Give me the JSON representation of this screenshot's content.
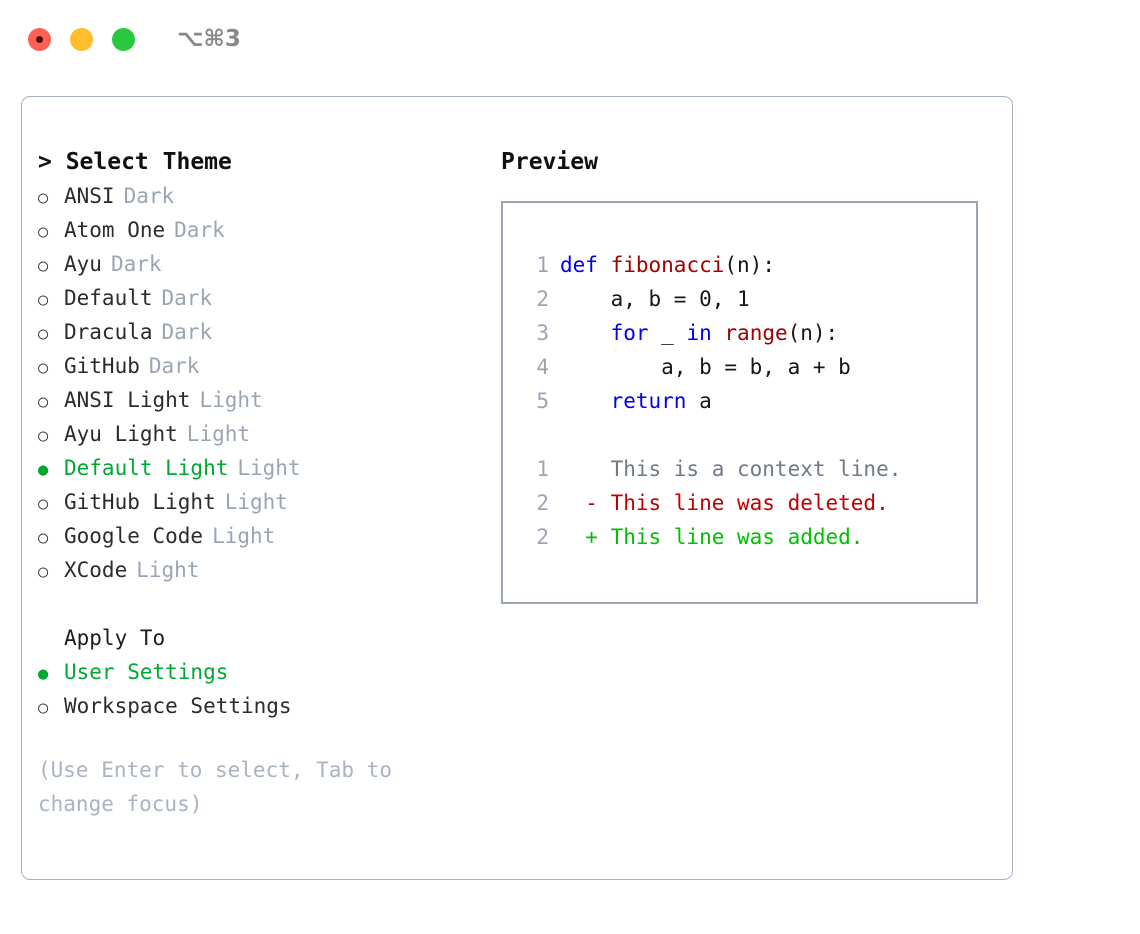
{
  "window": {
    "shortcut_label": "⌥⌘3",
    "traffic_lights": [
      {
        "name": "close",
        "color": "#ff5f57",
        "recording": true
      },
      {
        "name": "minimize",
        "color": "#ffbd2e",
        "recording": false
      },
      {
        "name": "maximize",
        "color": "#28c840",
        "recording": false
      }
    ]
  },
  "colors": {
    "accent_green": "#00a832",
    "tag_gray": "#9aa5b4",
    "border": "#a8b2c0",
    "keyword_blue": "#0000f0",
    "function_red": "#a00000",
    "diff_delete": "#c00000",
    "diff_add": "#00c000"
  },
  "theme_panel": {
    "header": "> Select Theme",
    "bullet_selected": "●",
    "bullet_unselected": "○",
    "items": [
      {
        "label": "ANSI",
        "tag": "Dark",
        "selected": false
      },
      {
        "label": "Atom One",
        "tag": "Dark",
        "selected": false
      },
      {
        "label": "Ayu",
        "tag": "Dark",
        "selected": false
      },
      {
        "label": "Default",
        "tag": "Dark",
        "selected": false
      },
      {
        "label": "Dracula",
        "tag": "Dark",
        "selected": false
      },
      {
        "label": "GitHub",
        "tag": "Dark",
        "selected": false
      },
      {
        "label": "ANSI Light",
        "tag": "Light",
        "selected": false
      },
      {
        "label": "Ayu Light",
        "tag": "Light",
        "selected": false
      },
      {
        "label": "Default Light",
        "tag": "Light",
        "selected": true
      },
      {
        "label": "GitHub Light",
        "tag": "Light",
        "selected": false
      },
      {
        "label": "Google Code",
        "tag": "Light",
        "selected": false
      },
      {
        "label": "XCode",
        "tag": "Light",
        "selected": false
      }
    ]
  },
  "apply_to": {
    "header": "Apply To",
    "items": [
      {
        "label": "User Settings",
        "selected": true
      },
      {
        "label": "Workspace Settings",
        "selected": false
      }
    ]
  },
  "hint": "(Use Enter to select, Tab to change focus)",
  "preview": {
    "title": "Preview",
    "code_lines": [
      {
        "no": "1",
        "tokens": [
          {
            "t": "def",
            "c": "kw"
          },
          {
            "t": " ",
            "c": "plain"
          },
          {
            "t": "fibonacci",
            "c": "fn"
          },
          {
            "t": "(n):",
            "c": "plain"
          }
        ]
      },
      {
        "no": "2",
        "tokens": [
          {
            "t": "    a, b = 0, 1",
            "c": "plain"
          }
        ]
      },
      {
        "no": "3",
        "tokens": [
          {
            "t": "    ",
            "c": "plain"
          },
          {
            "t": "for",
            "c": "kw"
          },
          {
            "t": " _ ",
            "c": "plain"
          },
          {
            "t": "in",
            "c": "kw"
          },
          {
            "t": " ",
            "c": "plain"
          },
          {
            "t": "range",
            "c": "fn"
          },
          {
            "t": "(n):",
            "c": "plain"
          }
        ]
      },
      {
        "no": "4",
        "tokens": [
          {
            "t": "        a, b = b, a + b",
            "c": "plain"
          }
        ]
      },
      {
        "no": "5",
        "tokens": [
          {
            "t": "    ",
            "c": "plain"
          },
          {
            "t": "return",
            "c": "kw"
          },
          {
            "t": " a",
            "c": "plain"
          }
        ]
      }
    ],
    "diff_lines": [
      {
        "no": "1",
        "marker": " ",
        "text": " This is a context line.",
        "kind": "context"
      },
      {
        "no": "2",
        "marker": "-",
        "text": " This line was deleted.",
        "kind": "del"
      },
      {
        "no": "2",
        "marker": "+",
        "text": " This line was added.",
        "kind": "add"
      }
    ]
  }
}
